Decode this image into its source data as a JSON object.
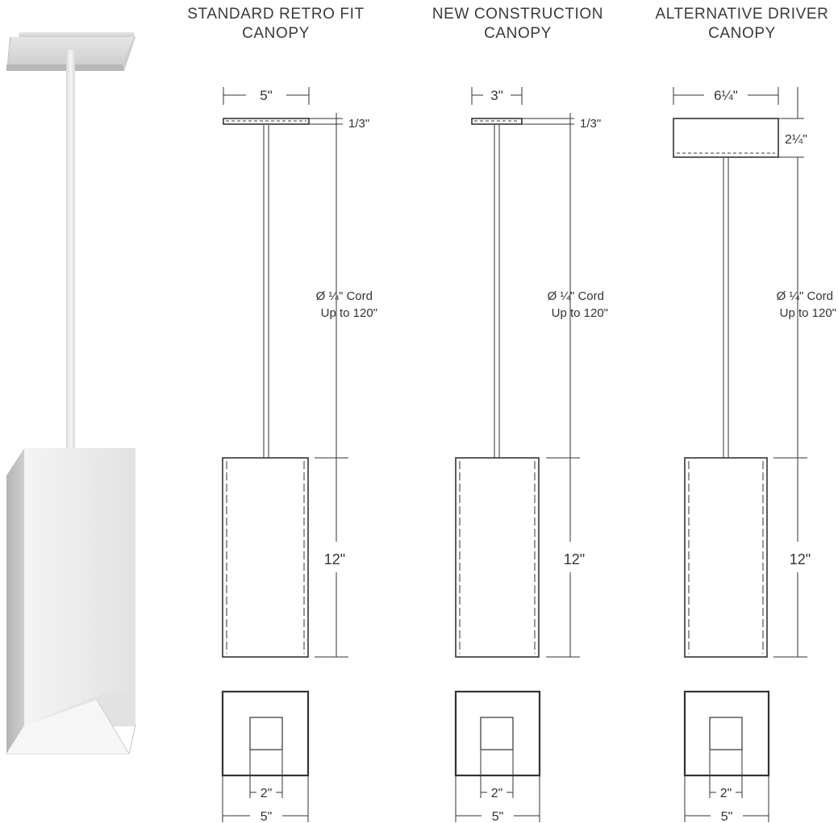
{
  "columns": [
    {
      "title_line1": "STANDARD RETRO FIT",
      "title_line2": "CANOPY",
      "canopy_width": "5\"",
      "canopy_height": "1/3\"",
      "cord_line1": "Ø ¼\" Cord",
      "cord_line2": "Up to 120\"",
      "body_height": "12\"",
      "aperture_width": "2\"",
      "body_width": "5\""
    },
    {
      "title_line1": "NEW CONSTRUCTION",
      "title_line2": "CANOPY",
      "canopy_width": "3\"",
      "canopy_height": "1/3\"",
      "cord_line1": "Ø ¼\" Cord",
      "cord_line2": "Up to 120\"",
      "body_height": "12\"",
      "aperture_width": "2\"",
      "body_width": "5\""
    },
    {
      "title_line1": "ALTERNATIVE DRIVER",
      "title_line2": "CANOPY",
      "canopy_width": "6¼\"",
      "canopy_height": "2¼\"",
      "cord_line1": "Ø ¼\" Cord",
      "cord_line2": "Up to 120\"",
      "body_height": "12\"",
      "aperture_width": "2\"",
      "body_width": "5\""
    }
  ],
  "colors": {
    "line": "#333333",
    "fixture_light": "#eeeeee",
    "fixture_shade": "#c8c8c8"
  }
}
